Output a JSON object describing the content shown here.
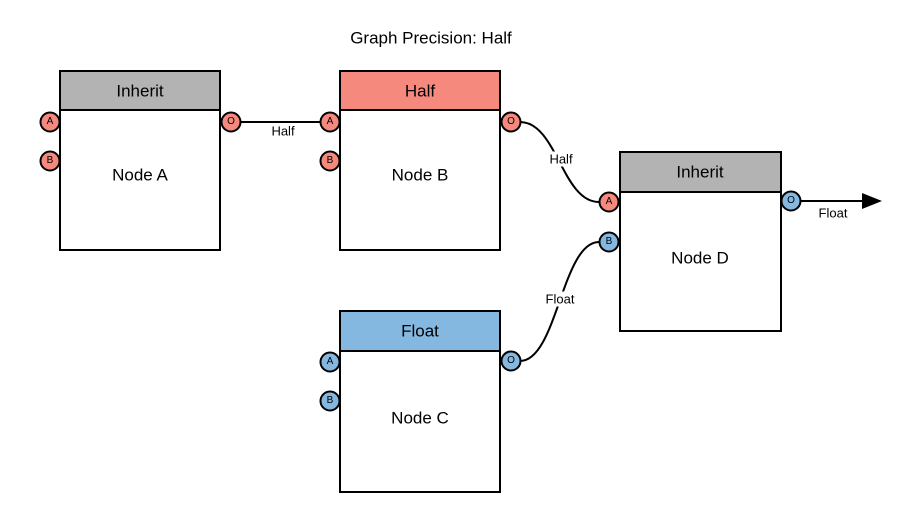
{
  "title": "Graph Precision: Half",
  "colors": {
    "gray_header": "#B3B3B3",
    "salmon": "#F5897D",
    "blue": "#85B8E0",
    "line": "#000000",
    "node_body": "#FFFFFF",
    "canvas": "#FFFFFF"
  },
  "nodes": [
    {
      "name": "Node A",
      "header": "Inherit"
    },
    {
      "name": "Node B",
      "header": "Half"
    },
    {
      "name": "Node C",
      "header": "Float"
    },
    {
      "name": "Node D",
      "header": "Inherit"
    }
  ],
  "ports": {
    "a": "A",
    "b": "B",
    "o": "O"
  },
  "edges": [
    {
      "from": "Node A",
      "to": "Node B",
      "label": "Half"
    },
    {
      "from": "Node B",
      "to": "Node D",
      "label": "Half"
    },
    {
      "from": "Node C",
      "to": "Node D",
      "label": "Float"
    },
    {
      "from": "Node D",
      "to": "graph output",
      "label": "Float"
    }
  ]
}
